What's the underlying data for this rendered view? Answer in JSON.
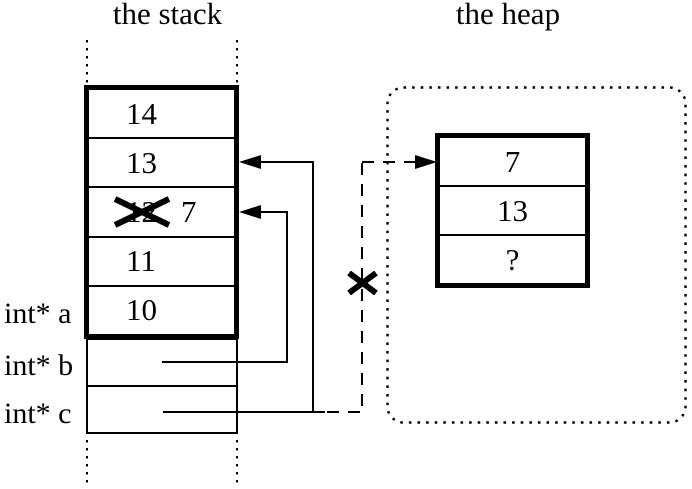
{
  "colors": {
    "ink": "#000000",
    "background": "#ffffff"
  },
  "stack": {
    "title": "the stack",
    "cells": [
      {
        "value": "14",
        "crossed_out": false
      },
      {
        "value": "13",
        "crossed_out": false
      },
      {
        "value": "12",
        "crossed_out": true,
        "new_value": "7"
      },
      {
        "value": "11",
        "crossed_out": false
      },
      {
        "value": "10",
        "crossed_out": false
      }
    ],
    "pointer_labels": [
      "int* a",
      "int* b",
      "int* c"
    ]
  },
  "heap": {
    "title": "the heap",
    "cells": [
      {
        "value": "7"
      },
      {
        "value": "13"
      },
      {
        "value": "?"
      }
    ]
  },
  "pointers": [
    {
      "name": "b",
      "style": "solid",
      "target": "stack cell 12/7",
      "crossed_out": false
    },
    {
      "name": "c",
      "style": "solid",
      "target": "stack cell 13",
      "crossed_out": false
    },
    {
      "name": "old-heap-pointer",
      "style": "dashed",
      "target": "heap cell 7",
      "crossed_out": true
    }
  ]
}
